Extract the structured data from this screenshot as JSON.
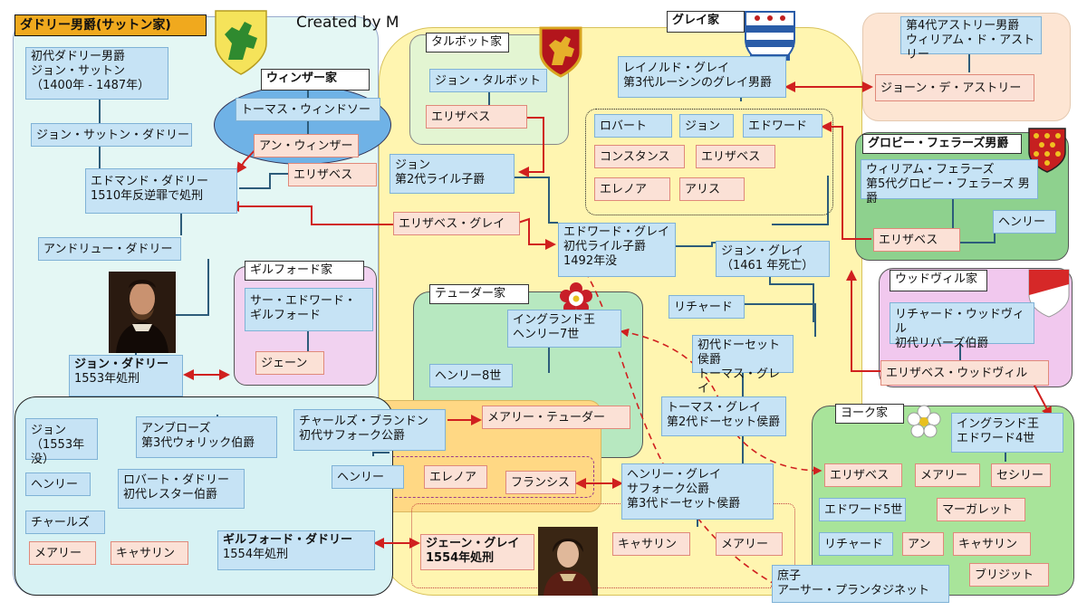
{
  "credit": "Created by M",
  "families": {
    "dudley": "ダドリー男爵(サットン家)",
    "windsor": "ウィンザー家",
    "talbot": "タルボット家",
    "grey": "グレイ家",
    "guildford": "ギルフォード家",
    "tudor": "テューダー家",
    "grobby": "グロビー・フェラーズ男爵",
    "woodville": "ウッドヴィル家",
    "york": "ヨーク家"
  },
  "persons": {
    "john_sutton": "初代ダドリー男爵\nジョン・サットン\n（1400年 - 1487年）",
    "john_sutton_dudley": "ジョン・サットン・ダドリー",
    "edmund_dudley": "エドマンド・ダドリー\n1510年反逆罪で処刑",
    "andrew_dudley": "アンドリュー・ダドリー",
    "john_dudley": "ジョン・ダドリー",
    "john_dudley_note": "1553年処刑",
    "thomas_windsor": "トーマス・ウィンドソー",
    "anne_windsor": "アン・ウィンザー",
    "elizabeth_1": "エリザベス",
    "john_talbot": "ジョン・タルボット",
    "elizabeth_talbot": "エリザベス",
    "john_lisle2": "ジョン\n第2代ライル子爵",
    "elizabeth_grey": "エリザベス・グレイ",
    "edward_grey": "エドワード・グレイ\n初代ライル子爵\n1492年没",
    "reynold_grey": "レイノルド・グレイ\n第3代ルーシンのグレイ男爵",
    "sib_robert": "ロバート",
    "sib_john": "ジョン",
    "sib_edward": "エドワード",
    "sib_constance": "コンスタンス",
    "sib_elizabeth": "エリザベス",
    "sib_eleanor": "エレノア",
    "sib_alice": "アリス",
    "john_grey": "ジョン・グレイ\n（1461 年死亡）",
    "astley_4": "第4代アストリー男爵\nウィリアム・ド・アストリー",
    "joan_astley": "ジョーン・デ・アストリー",
    "william_ferrers": "ウィリアム・フェラーズ\n第5代グロビー・フェラーズ 男爵",
    "henry_ferrers": "ヘンリー",
    "elizabeth_ferrers": "エリザベス",
    "edward_guildford": "サー・エドワード・\nギルフォード",
    "jane_guildford": "ジェーン",
    "henry7": "イングランド王\nヘンリー7世",
    "henry8": "ヘンリー8世",
    "richard": "リチャード",
    "thomas_grey1": "初代ドーセット侯爵\nトーマス・グレイ",
    "richard_woodville": "リチャード・ウッドヴィル\n初代リバーズ伯爵",
    "elizabeth_woodville": "エリザベス・ウッドヴィル",
    "thomas_grey2": "トーマス・グレイ\n第2代ドーセット侯爵",
    "edward4": "イングランド王\nエドワード4世",
    "charles_brandon": "チャールズ・ブランドン\n初代サフォーク公爵",
    "mary_tudor": "メアリー・テューダー",
    "brandon_henry": "ヘンリー",
    "brandon_eleanor": "エレノア",
    "frances": "フランシス",
    "henry_grey": "ヘンリー・グレイ\nサフォーク公爵\n第3代ドーセット侯爵",
    "jane_grey": "ジェーン・グレイ",
    "jane_grey_note": "1554年処刑",
    "catherine_grey": "キャサリン",
    "mary_grey": "メアリー",
    "arthur": "庶子\nアーサー・プランタジネット",
    "york_elizabeth": "エリザベス",
    "york_mary": "メアリー",
    "york_cecily": "セシリー",
    "edward5": "エドワード5世",
    "margaret": "マーガレット",
    "york_richard": "リチャード",
    "york_anne": "アン",
    "york_catherine": "キャサリン",
    "bridget": "ブリジット",
    "d_john": "ジョン\n（1553年没）",
    "ambrose": "アンブローズ\n第3代ウォリック伯爵",
    "d_henry": "ヘンリー",
    "robert_dudley": "ロバート・ダドリー\n初代レスター伯爵",
    "d_charles": "チャールズ",
    "d_mary": "メアリー",
    "d_catherine": "キャサリン",
    "guildford_dudley": "ギルフォード・ダドリー",
    "guildford_dudley_note": "1554年処刑"
  },
  "colors": {
    "dudley_region": "#e4f7f4",
    "grey_region": "#fff5b0",
    "talbot_region": "#e3f5d2",
    "windsor_region": "#6fb2e6",
    "tudor_region": "#b7e8c0",
    "grobby_region": "#8ed18e",
    "woodville_region": "#f1c8ee",
    "york_region": "#a8e49a",
    "guildford_region": "#f1d2f0",
    "astley_region": "#fde5d3",
    "brandon_region": "#ffd884",
    "dudley_children_region": "#d7f2f4",
    "male_box": "#c6e3f5",
    "female_box": "#fbe1d6",
    "link_red": "#d0201f"
  },
  "icons": [
    "green-lion-crest",
    "red-lion-crest",
    "blue-white-barry-crest",
    "red-lozenge-crest",
    "red-white-crest",
    "tudor-rose-icon",
    "white-rose-icon",
    "portrait-john-dudley",
    "portrait-jane-grey"
  ]
}
